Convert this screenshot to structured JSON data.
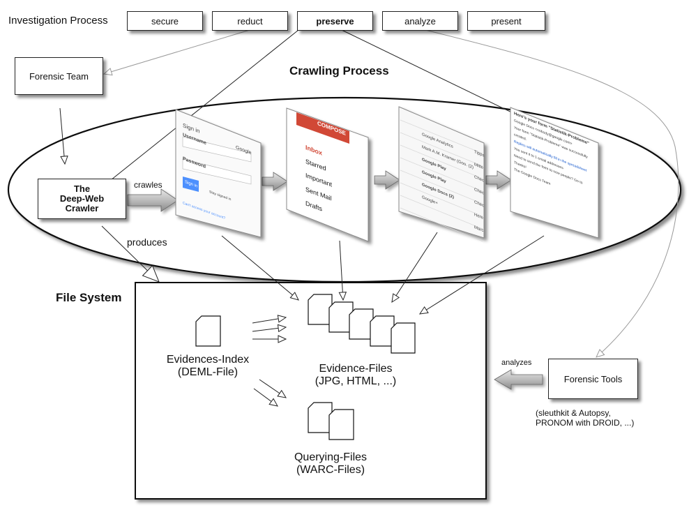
{
  "process": {
    "label": "Investigation Process",
    "steps": [
      "secure",
      "reduct",
      "preserve",
      "analyze",
      "present"
    ],
    "active_step": "preserve"
  },
  "forensic_team": "Forensic Team",
  "crawling_title": "Crawling Process",
  "crawler": {
    "line1": "The",
    "line2": "Deep-Web",
    "line3": "Crawler"
  },
  "crawles_label": "crawles",
  "produces_label": "produces",
  "file_system": {
    "title": "File System",
    "index": {
      "line1": "Evidences-Index",
      "line2": "(DEML-File)"
    },
    "evidence": {
      "line1": "Evidence-Files",
      "line2": "(JPG, HTML, ...)"
    },
    "querying": {
      "line1": "Querying-Files",
      "line2": "(WARC-Files)"
    }
  },
  "forensic_tools": {
    "label": "Forensic Tools",
    "analyzes_label": "analyzes",
    "note_line1": "(sleuthkit & Autopsy,",
    "note_line2": "PRONOM with DROID, ...)"
  },
  "screens": {
    "signin": {
      "title": "Sign in",
      "username": "Username",
      "password": "Password",
      "google": "Google",
      "button": "Sign in",
      "stay": "Stay signed in",
      "cant_access": "Can't access your account?"
    },
    "mailbox": {
      "compose": "COMPOSE",
      "items": [
        "Inbox",
        "Starred",
        "Important",
        "Sent Mail",
        "Drafts"
      ]
    },
    "inbox": {
      "rows": [
        "Google Analytics",
        "Mark A.M. Kramer (Goo. (2)",
        "Google Play",
        "Google Play",
        "Google Docs (2)",
        "Google+"
      ],
      "tags": [
        "Tipps",
        "Mitte",
        "Chec",
        "Chec",
        "Chec",
        "Here",
        "Marc"
      ]
    },
    "message": {
      "title": "Here's your form \"Statistik-Probleme\"",
      "lines": [
        "Google Docs <nobody@google.com>",
        "Your form \"Statistik-Probleme\" was successfully created.",
        "Replies will automatically fill in the spreadsheet",
        "You sent it to 1 email addresses",
        "Need to send the form to new people? Go to",
        "Thanks!",
        "The Google Docs Team"
      ]
    }
  },
  "colors": {
    "arrow_gray": "#aaaaaa",
    "compose_red": "#d14836",
    "inbox_red": "#d14836",
    "signin_blue": "#4d90fe"
  }
}
